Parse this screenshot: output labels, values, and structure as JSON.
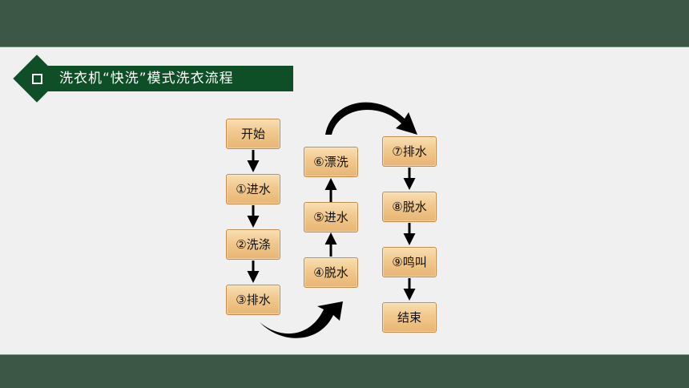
{
  "title": "洗衣机“快洗”模式洗衣流程",
  "icons": {
    "title_marker": "square-outline-icon"
  },
  "colors": {
    "band": "#3d5747",
    "title_bg": "#0f4f28",
    "box_fill": "#f1c88d",
    "box_border": "#c8894a"
  },
  "steps": {
    "start": "开始",
    "s1": "①进水",
    "s2": "②洗涤",
    "s3": "③排水",
    "s4": "④脱水",
    "s5": "⑤进水",
    "s6": "⑥漂洗",
    "s7": "⑦排水",
    "s8": "⑧脱水",
    "s9": "⑨鸣叫",
    "end": "结束"
  }
}
